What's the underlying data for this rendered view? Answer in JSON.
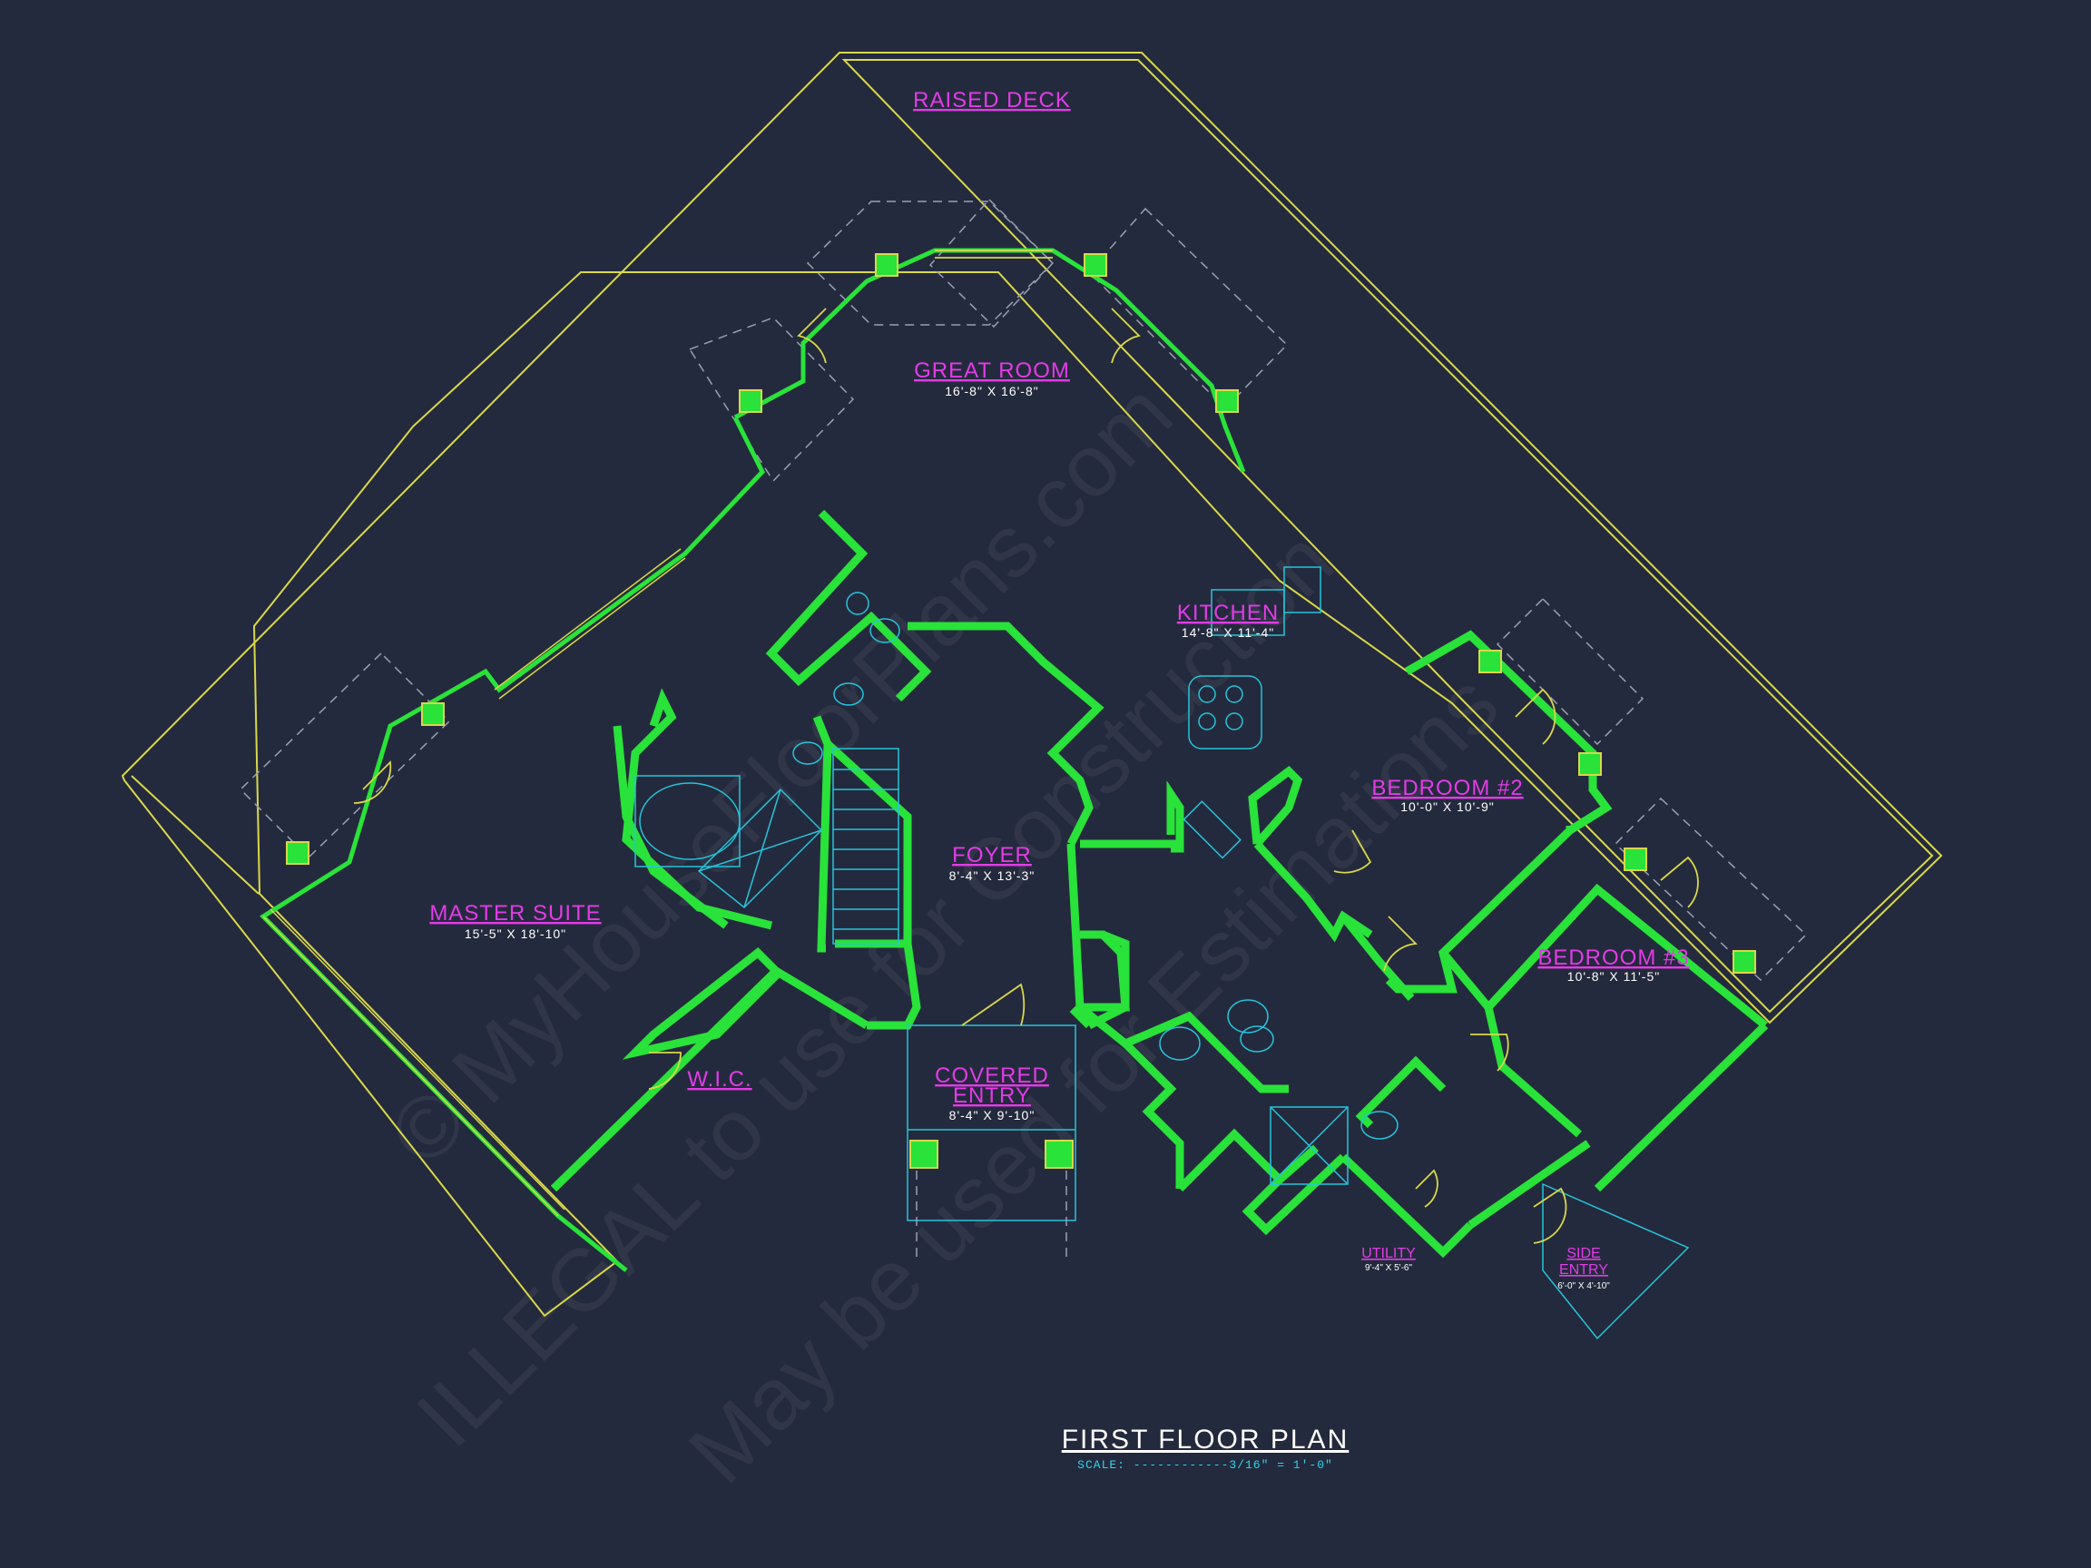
{
  "watermark": {
    "line1": "© MyHouseFloorPlans.com",
    "line2": "ILLEGAL to use for Construction",
    "line3": "May be used for Estimations"
  },
  "rooms": {
    "raised_deck": {
      "label": "RAISED DECK"
    },
    "great_room": {
      "label": "GREAT ROOM",
      "dims": "16'-8\" X 16'-8\""
    },
    "kitchen": {
      "label": "KITCHEN",
      "dims": "14'-8\" X 11'-4\""
    },
    "bedroom2": {
      "label": "BEDROOM #2",
      "dims": "10'-0\" X 10'-9\""
    },
    "bedroom3": {
      "label": "BEDROOM #3",
      "dims": "10'-8\" X 11'-5\""
    },
    "foyer": {
      "label": "FOYER",
      "dims": "8'-4\" X 13'-3\""
    },
    "master_suite": {
      "label": "MASTER SUITE",
      "dims": "15'-5\" X 18'-10\""
    },
    "wic": {
      "label": "W.I.C."
    },
    "covered_entry": {
      "label_line1": "COVERED",
      "label_line2": "ENTRY",
      "dims": "8'-4\" X 9'-10\""
    },
    "utility": {
      "label": "UTILITY",
      "dims": "9'-4\" X 5'-6\""
    },
    "side_entry": {
      "label_line1": "SIDE",
      "label_line2": "ENTRY",
      "dims": "6'-0\" X 4'-10\""
    }
  },
  "title": {
    "text": "FIRST FLOOR PLAN",
    "scale": "SCALE: ------------3/16\" = 1'-0\""
  },
  "colors": {
    "background": "#242a3d",
    "wall": "#29e23a",
    "deck_outline": "#d9d84a",
    "room_label": "#e43be8",
    "fixtures": "#25c4dc"
  }
}
